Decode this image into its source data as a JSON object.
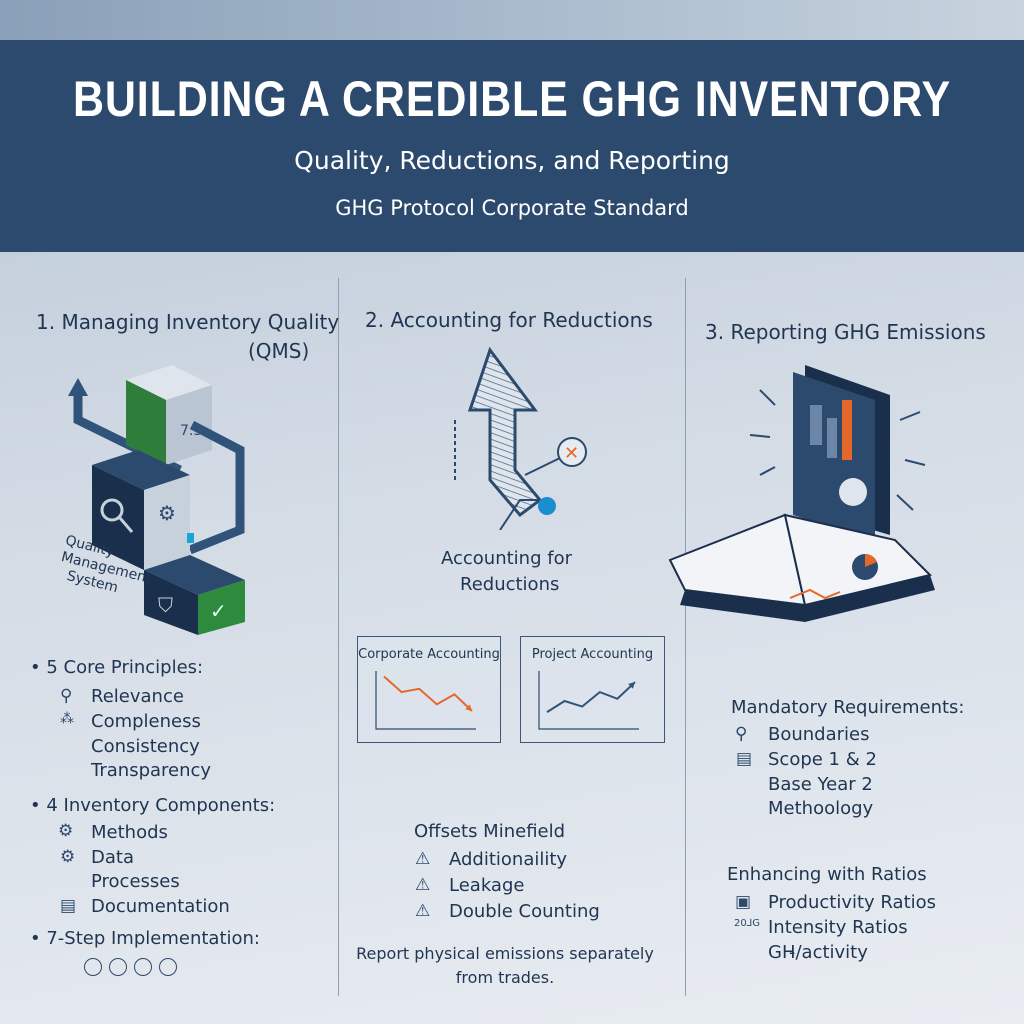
{
  "header": {
    "title": "BUILDING A CREDIBLE GHG INVENTORY",
    "subtitle": "Quality, Reductions, and Reporting",
    "standard": "GHG Protocol Corporate Standard"
  },
  "col1": {
    "heading_line1": "1. Managing Inventory Quality",
    "heading_line2": "(QMS)",
    "graphic_label": [
      "Quality",
      "Management",
      "System"
    ],
    "principles_title": "5 Core Principles:",
    "principles": [
      "Relevance",
      "Compleness",
      "Consistency",
      "Transparency"
    ],
    "components_title": "4 Inventory Components:",
    "components": [
      "Methods",
      "Data",
      "Processes",
      "Documentation"
    ],
    "steps_title": "7-Step Implementation:",
    "step_circles": 4
  },
  "col2": {
    "heading": "2. Accounting for Reductions",
    "graphic_label_line1": "Accounting for",
    "graphic_label_line2": "Reductions",
    "charts": [
      {
        "title": "Corporate Accounting",
        "type": "line",
        "values": [
          5,
          3.6,
          3.9,
          2.5,
          3.4,
          1.9
        ],
        "color": "#e4672b",
        "trend": "down"
      },
      {
        "title": "Project Accounting",
        "type": "line",
        "values": [
          1.8,
          2.8,
          2.3,
          3.6,
          3.0,
          4.5
        ],
        "color": "#2f5379",
        "trend": "up"
      }
    ],
    "offsets_title": "Offsets Minefield",
    "offsets": [
      "Additionaility",
      "Leakage",
      "Double Counting"
    ],
    "note_line1": "Report physical emissions separately",
    "note_line2": "from trades."
  },
  "col3": {
    "heading": "3. Reporting GHG Emissions",
    "mandatory_title": "Mandatory Requirements:",
    "mandatory": [
      "Boundaries",
      "Scope 1 & 2",
      "Base Year 2",
      "Methoology"
    ],
    "ratios_title": "Enhancing with Ratios",
    "ratios": [
      "Productivity Ratios",
      "Intensity Ratios",
      "GH̵/activity"
    ]
  },
  "colors": {
    "header": "#2c4a6d",
    "accent_green": "#2e8b3e",
    "accent_orange": "#e4672b",
    "accent_blue": "#1a8fd0"
  }
}
